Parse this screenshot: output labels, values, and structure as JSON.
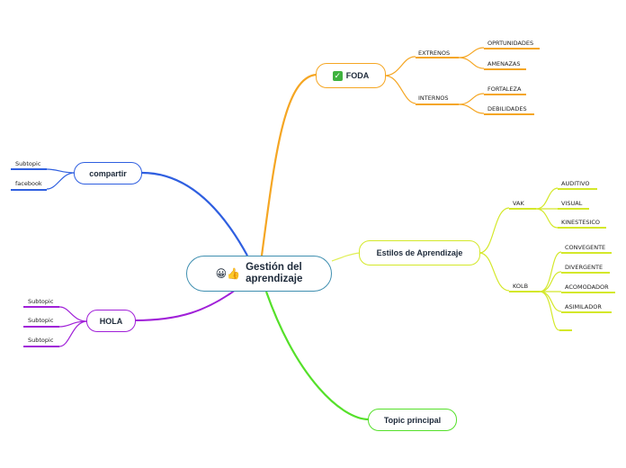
{
  "root": {
    "line1": "Gestión del",
    "line2": "aprendizaje",
    "icons": [
      "grinning-face",
      "thumbs-up"
    ]
  },
  "foda": {
    "label": "FODA",
    "icon": "check-mark",
    "color": "#f5a623",
    "groups": [
      {
        "label": "EXTRENOS",
        "items": [
          "OPRTUNIDADES",
          "AMENAZAS"
        ]
      },
      {
        "label": "INTERNOS",
        "items": [
          "FORTALEZA",
          "DEBILIDADES"
        ]
      }
    ]
  },
  "estilos": {
    "label": "Estilos de Aprendizaje",
    "color": "#d4e82a",
    "groups": [
      {
        "label": "VAK",
        "items": [
          "AUDITIVO",
          "VISUAL",
          "KINESTESICO"
        ]
      },
      {
        "label": "KOLB",
        "items": [
          "CONVEGENTE",
          "DIVERGENTE",
          "ACOMODADOR",
          "ASIMILADOR",
          ""
        ]
      }
    ]
  },
  "topic": {
    "label": "Topic principal",
    "color": "#55e02a"
  },
  "compartir": {
    "label": "compartir",
    "color": "#2f5fe0",
    "items": [
      "Subtopic",
      "facebook"
    ]
  },
  "hola": {
    "label": "HOLA",
    "color": "#a020d8",
    "items": [
      "Subtopic",
      "Subtopic",
      "Subtopic"
    ]
  }
}
